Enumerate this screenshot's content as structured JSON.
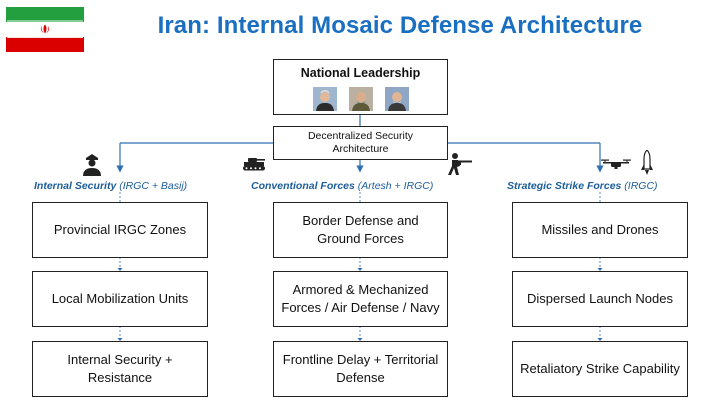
{
  "header": {
    "title": "Iran: Internal Mosaic Defense Architecture",
    "flag_colors": {
      "green": "#239f40",
      "white": "#ffffff",
      "red": "#da0000",
      "emblem": "#da0000"
    }
  },
  "leadership": {
    "title": "National Leadership",
    "portraits": [
      "portrait-icon",
      "portrait-icon",
      "portrait-icon"
    ]
  },
  "hub": {
    "label": "Decentralized Security Architecture"
  },
  "branches": [
    {
      "name": "Internal Security",
      "sub": " (IRGC + Basij)",
      "icon": "soldier-icon",
      "items": [
        "Provincial IRGC Zones",
        "Local Mobilization Units",
        "Internal Security + Resistance"
      ]
    },
    {
      "name": "Conventional Forces",
      "sub": " (Artesh + IRGC)",
      "icon": "tank-icon",
      "icon2": "rifleman-icon",
      "items": [
        "Border Defense and Ground Forces",
        "Armored & Mechanized Forces / Air Defense / Navy",
        "Frontline Delay + Territorial Defense"
      ]
    },
    {
      "name": "Strategic Strike Forces",
      "sub": " (IRGC)",
      "icon": "drone-icon",
      "icon2": "missile-icon",
      "items": [
        "Missiles and Drones",
        "Dispersed Launch Nodes",
        "Retaliatory Strike Capability"
      ]
    }
  ],
  "colors": {
    "title": "#1b6fc0",
    "connector": "#2f6fb2",
    "heading": "#1d5d9b"
  }
}
